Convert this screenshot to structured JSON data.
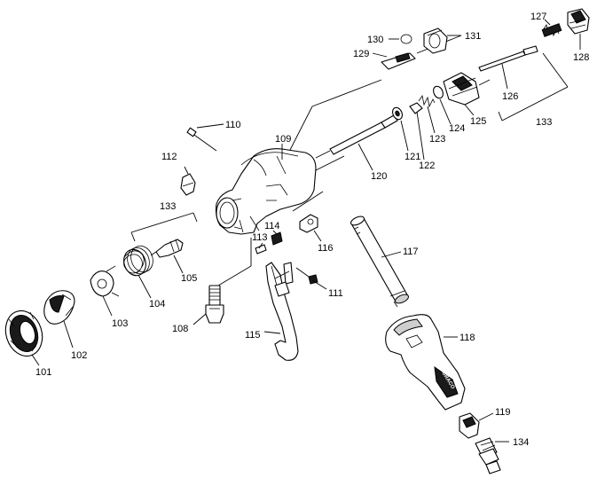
{
  "callouts": {
    "c101": "101",
    "c102": "102",
    "c103": "103",
    "c104": "104",
    "c105": "105",
    "c108": "108",
    "c109": "109",
    "c110": "110",
    "c111": "111",
    "c112": "112",
    "c113": "113",
    "c114": "114",
    "c115": "115",
    "c116": "116",
    "c117": "117",
    "c118": "118",
    "c119": "119",
    "c120": "120",
    "c121": "121",
    "c122": "122",
    "c123": "123",
    "c124": "124",
    "c125": "125",
    "c126": "126",
    "c127": "127",
    "c128": "128",
    "c129": "129",
    "c130": "130",
    "c131": "131",
    "c133a": "133",
    "c133b": "133",
    "c134": "134"
  },
  "handle_logo": "GRACO"
}
